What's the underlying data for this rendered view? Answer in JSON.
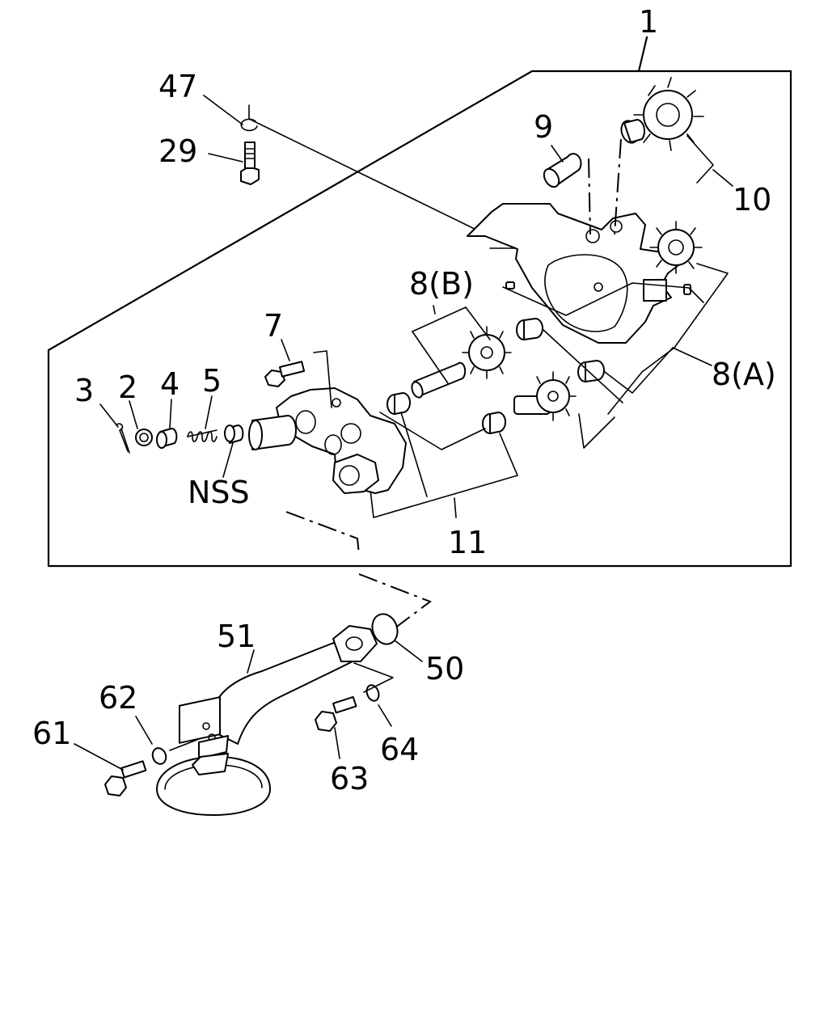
{
  "callouts": [
    {
      "id": "c1",
      "text": "1"
    },
    {
      "id": "c47",
      "text": "47"
    },
    {
      "id": "c29",
      "text": "29"
    },
    {
      "id": "c9",
      "text": "9"
    },
    {
      "id": "c10",
      "text": "10"
    },
    {
      "id": "c8b",
      "text": "8(B)"
    },
    {
      "id": "c7",
      "text": "7"
    },
    {
      "id": "c8a",
      "text": "8(A)"
    },
    {
      "id": "c3",
      "text": "3"
    },
    {
      "id": "c2",
      "text": "2"
    },
    {
      "id": "c4",
      "text": "4"
    },
    {
      "id": "c5",
      "text": "5"
    },
    {
      "id": "cnss",
      "text": "NSS"
    },
    {
      "id": "c11",
      "text": "11"
    },
    {
      "id": "c51",
      "text": "51"
    },
    {
      "id": "c50",
      "text": "50"
    },
    {
      "id": "c62",
      "text": "62"
    },
    {
      "id": "c61",
      "text": "61"
    },
    {
      "id": "c63",
      "text": "63"
    },
    {
      "id": "c64",
      "text": "64"
    }
  ]
}
